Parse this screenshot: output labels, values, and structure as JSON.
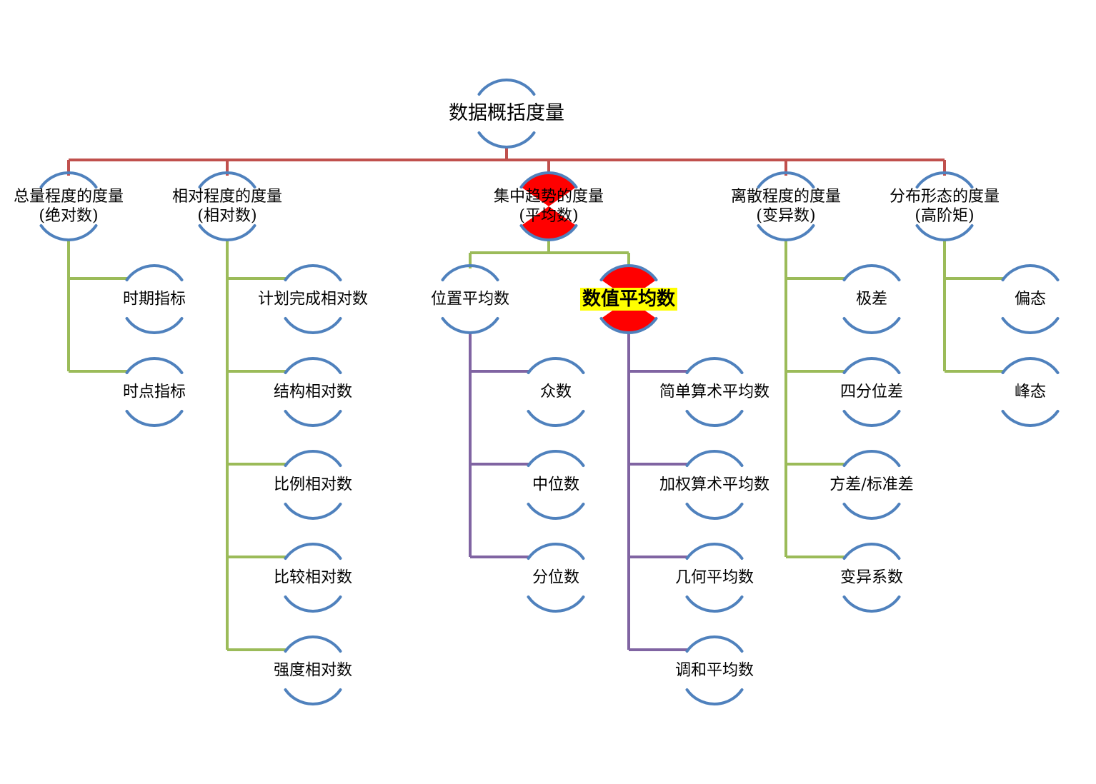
{
  "colors": {
    "arc": "#4f81bd",
    "level1_link": "#c0504d",
    "level2_link": "#9bbb59",
    "level3_link": "#8064a2",
    "marked_fill": "#ff0000",
    "highlight_background": "#ffff00"
  },
  "root": {
    "label": "数据概括度量"
  },
  "categories": [
    {
      "key": "total",
      "label": "总量程度的度量",
      "sublabel": "(绝对数)",
      "children": [
        {
          "label": "时期指标"
        },
        {
          "label": "时点指标"
        }
      ]
    },
    {
      "key": "relative",
      "label": "相对程度的度量",
      "sublabel": "(相对数)",
      "children": [
        {
          "label": "计划完成相对数"
        },
        {
          "label": "结构相对数"
        },
        {
          "label": "比例相对数"
        },
        {
          "label": "比较相对数"
        },
        {
          "label": "强度相对数"
        }
      ]
    },
    {
      "key": "central",
      "label": "集中趋势的度量",
      "sublabel": "(平均数)",
      "marked": true,
      "groups": [
        {
          "label": "位置平均数",
          "children": [
            {
              "label": "众数"
            },
            {
              "label": "中位数"
            },
            {
              "label": "分位数"
            }
          ]
        },
        {
          "label": "数值平均数",
          "marked": true,
          "highlighted": true,
          "children": [
            {
              "label": "简单算术平均数"
            },
            {
              "label": "加权算术平均数"
            },
            {
              "label": "几何平均数"
            },
            {
              "label": "调和平均数"
            }
          ]
        }
      ]
    },
    {
      "key": "dispersion",
      "label": "离散程度的度量",
      "sublabel": "(变异数)",
      "children": [
        {
          "label": "极差"
        },
        {
          "label": "四分位差"
        },
        {
          "label": "方差/标准差"
        },
        {
          "label": "变异系数"
        }
      ]
    },
    {
      "key": "shape",
      "label": "分布形态的度量",
      "sublabel": "(高阶矩)",
      "children": [
        {
          "label": "偏态"
        },
        {
          "label": "峰态"
        }
      ]
    }
  ]
}
